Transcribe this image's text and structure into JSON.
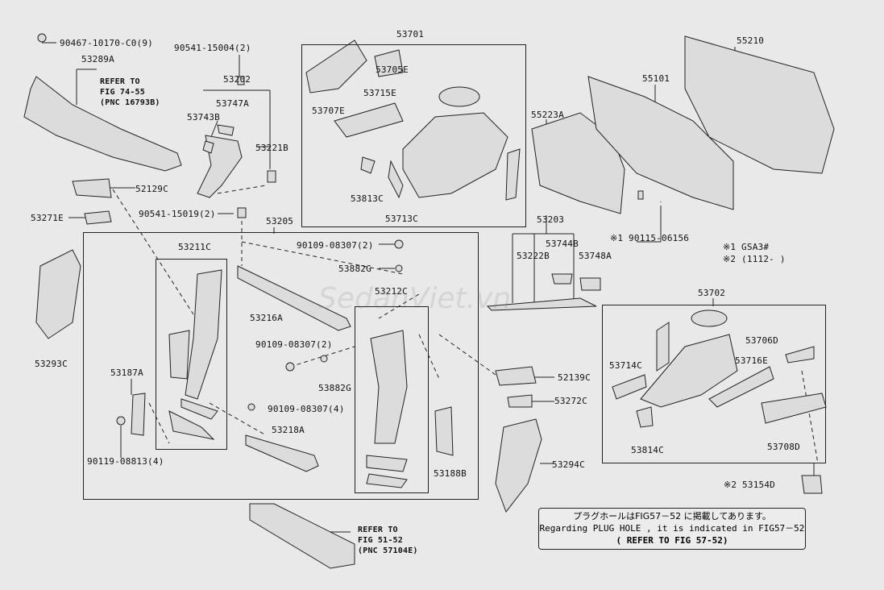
{
  "parts": {
    "p90467": "90467-10170-C0(9)",
    "p53289A": "53289A",
    "refer1": "REFER TO",
    "refer1b": "FIG 74-55",
    "refer1c": "(PNC 16793B)",
    "p90541a": "90541-15004(2)",
    "p53202": "53202",
    "p53747A": "53747A",
    "p53743B": "53743B",
    "p53221B": "53221B",
    "p53701": "53701",
    "p53705E": "53705E",
    "p53715E": "53715E",
    "p53707E": "53707E",
    "p53813C": "53813C",
    "p53713C": "53713C",
    "p55101": "55101",
    "p55210": "55210",
    "p55223A": "55223A",
    "p52129C": "52129C",
    "p53271E": "53271E",
    "p90541b": "90541-15019(2)",
    "p53205": "53205",
    "p53211C": "53211C",
    "p90109a": "90109-08307(2)",
    "p53882Ga": "53882G",
    "p53212C": "53212C",
    "p53216A": "53216A",
    "p90109b": "90109-08307(2)",
    "p53882Gb": "53882G",
    "p90109c": "90109-08307(4)",
    "p53218A": "53218A",
    "p53187A": "53187A",
    "p90119": "90119-08813(4)",
    "p53188B": "53188B",
    "p53293C": "53293C",
    "p53203": "53203",
    "p53744B": "53744B",
    "p53222B": "53222B",
    "p53748A": "53748A",
    "p90115": "※1 90115-06156",
    "note1": "※1 GSA3#",
    "note2": "※2 (1112-      )",
    "p52139C": "52139C",
    "p53272C": "53272C",
    "p53294C": "53294C",
    "p53702": "53702",
    "p53706D": "53706D",
    "p53714C": "53714C",
    "p53716E": "53716E",
    "p53814C": "53814C",
    "p53708D": "53708D",
    "p53154D": "※2 53154D",
    "refer2": "REFER TO",
    "refer2b": "FIG 51-52",
    "refer2c": "(PNC 57104E)"
  },
  "footnote": {
    "line1": "プラグホールはFIG57－52 に掲載してあります。",
    "line2": "Regarding PLUG HOLE , it is indicated in FIG57－52",
    "line3": "(   REFER TO FIG 57-52)"
  },
  "watermark": "SedanViet.vn"
}
